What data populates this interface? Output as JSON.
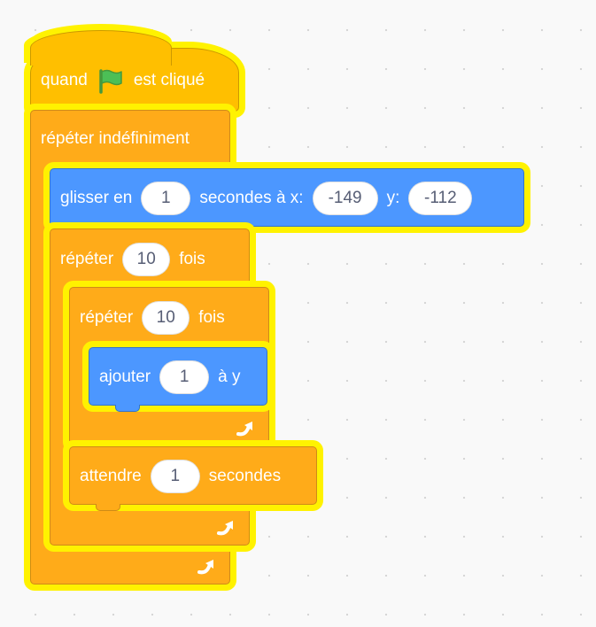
{
  "script": {
    "hat": {
      "label_before": "quand",
      "label_after": "est cliqué",
      "icon": "green-flag-icon"
    },
    "forever": {
      "label": "répéter indéfiniment"
    },
    "glide": {
      "label_1": "glisser en",
      "seconds": "1",
      "label_2": "secondes à x:",
      "x": "-149",
      "label_3": "y:",
      "y": "-112"
    },
    "repeat_outer": {
      "label_1": "répéter",
      "count": "10",
      "label_2": "fois"
    },
    "repeat_inner": {
      "label_1": "répéter",
      "count": "10",
      "label_2": "fois"
    },
    "change_y": {
      "label_1": "ajouter",
      "value": "1",
      "label_2": "à y"
    },
    "wait": {
      "label_1": "attendre",
      "seconds": "1",
      "label_2": "secondes"
    }
  },
  "colors": {
    "control": "#ffab19",
    "motion": "#4c97ff",
    "events": "#ffbf00",
    "highlight": "#fff200"
  }
}
